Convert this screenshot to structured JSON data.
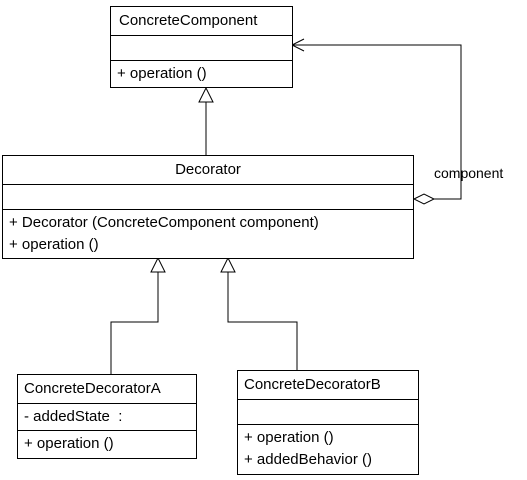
{
  "classes": {
    "concrete_component": {
      "name": "ConcreteComponent",
      "attributes": [],
      "operations": [
        "+ operation ()"
      ]
    },
    "decorator": {
      "name": "Decorator",
      "attributes": [],
      "operations": [
        "+ Decorator (ConcreteComponent component)",
        "+ operation ()"
      ]
    },
    "concrete_decorator_a": {
      "name": "ConcreteDecoratorA",
      "attributes": [
        "- addedState  :"
      ],
      "operations": [
        "+ operation ()"
      ]
    },
    "concrete_decorator_b": {
      "name": "ConcreteDecoratorB",
      "attributes": [],
      "operations": [
        "+ operation ()",
        "+ addedBehavior ()"
      ]
    }
  },
  "associations": {
    "component_label": "component"
  }
}
